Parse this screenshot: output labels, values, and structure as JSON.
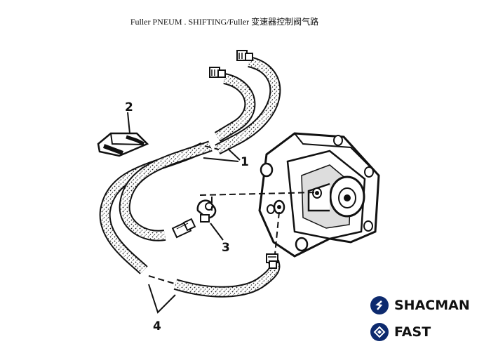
{
  "header": {
    "title": "Fuller PNEUM . SHIFTING/Fuller 变速器控制阀气路"
  },
  "callouts": {
    "c1": "1",
    "c2": "2",
    "c3": "3",
    "c4": "4"
  },
  "brands": {
    "shacman": "SHACMAN",
    "fast": "FAST"
  },
  "colors": {
    "ink": "#111111",
    "brand_blue": "#0d2a6e"
  },
  "icons": {
    "shacman_logo": "shacman-logo-icon",
    "fast_logo": "fast-logo-icon"
  }
}
